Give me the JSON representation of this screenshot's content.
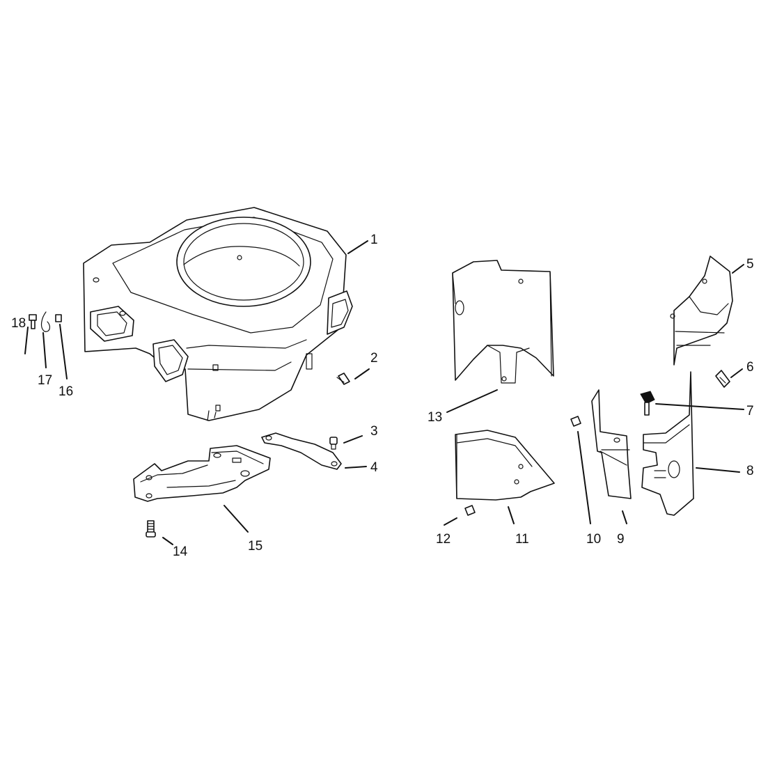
{
  "colors": {
    "ink": "#111111",
    "background": "#ffffff"
  },
  "callouts": [
    {
      "id": "1",
      "label": "1"
    },
    {
      "id": "2",
      "label": "2"
    },
    {
      "id": "3",
      "label": "3"
    },
    {
      "id": "4",
      "label": "4"
    },
    {
      "id": "5",
      "label": "5"
    },
    {
      "id": "6",
      "label": "6"
    },
    {
      "id": "7",
      "label": "7"
    },
    {
      "id": "8",
      "label": "8"
    },
    {
      "id": "9",
      "label": "9"
    },
    {
      "id": "10",
      "label": "10"
    },
    {
      "id": "11",
      "label": "11"
    },
    {
      "id": "12",
      "label": "12"
    },
    {
      "id": "13",
      "label": "13"
    },
    {
      "id": "14",
      "label": "14"
    },
    {
      "id": "15",
      "label": "15"
    },
    {
      "id": "16",
      "label": "16"
    },
    {
      "id": "17",
      "label": "17"
    },
    {
      "id": "18",
      "label": "18"
    }
  ]
}
